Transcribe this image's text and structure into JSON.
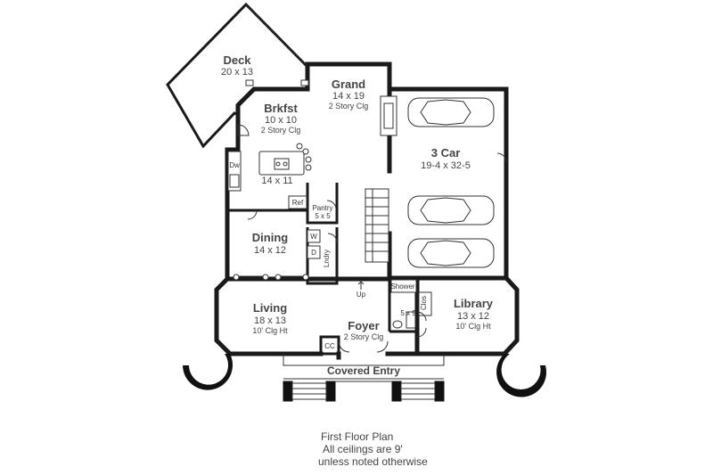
{
  "rooms": {
    "deck": {
      "name": "Deck",
      "dims": "20 x 13"
    },
    "grand": {
      "name": "Grand",
      "dims": "14 x 19",
      "note": "2 Story Clg"
    },
    "brkfst": {
      "name": "Brkfst",
      "dims": "10 x 10",
      "note": "2 Story Clg"
    },
    "kitchen": {
      "dims": "14 x 11"
    },
    "garage": {
      "name": "3 Car",
      "dims": "19-4 x 32-5"
    },
    "pantry": {
      "name": "Pantry",
      "dims": "5 x 5"
    },
    "dining": {
      "name": "Dining",
      "dims": "14 x 12"
    },
    "living": {
      "name": "Living",
      "dims": "18 x 13",
      "note": "10' Clg Ht"
    },
    "foyer": {
      "name": "Foyer",
      "note": "2 Story Clg"
    },
    "library": {
      "name": "Library",
      "dims": "13 x 12",
      "note": "10' Clg Ht"
    },
    "bath": {
      "dims": "5 x 9"
    },
    "entry": {
      "name": "Covered Entry"
    }
  },
  "fixtures": {
    "dw": "Dw",
    "ref": "Ref",
    "laundry": "Lndry",
    "washer": "W",
    "dryer": "D",
    "shower": "Shower",
    "closet": "Clos",
    "coat_closet": "CC",
    "stair_up": "Up"
  },
  "notes": {
    "line1": "First Floor Plan",
    "line2": "All ceilings are 9'",
    "line3": "unless noted otherwise"
  }
}
